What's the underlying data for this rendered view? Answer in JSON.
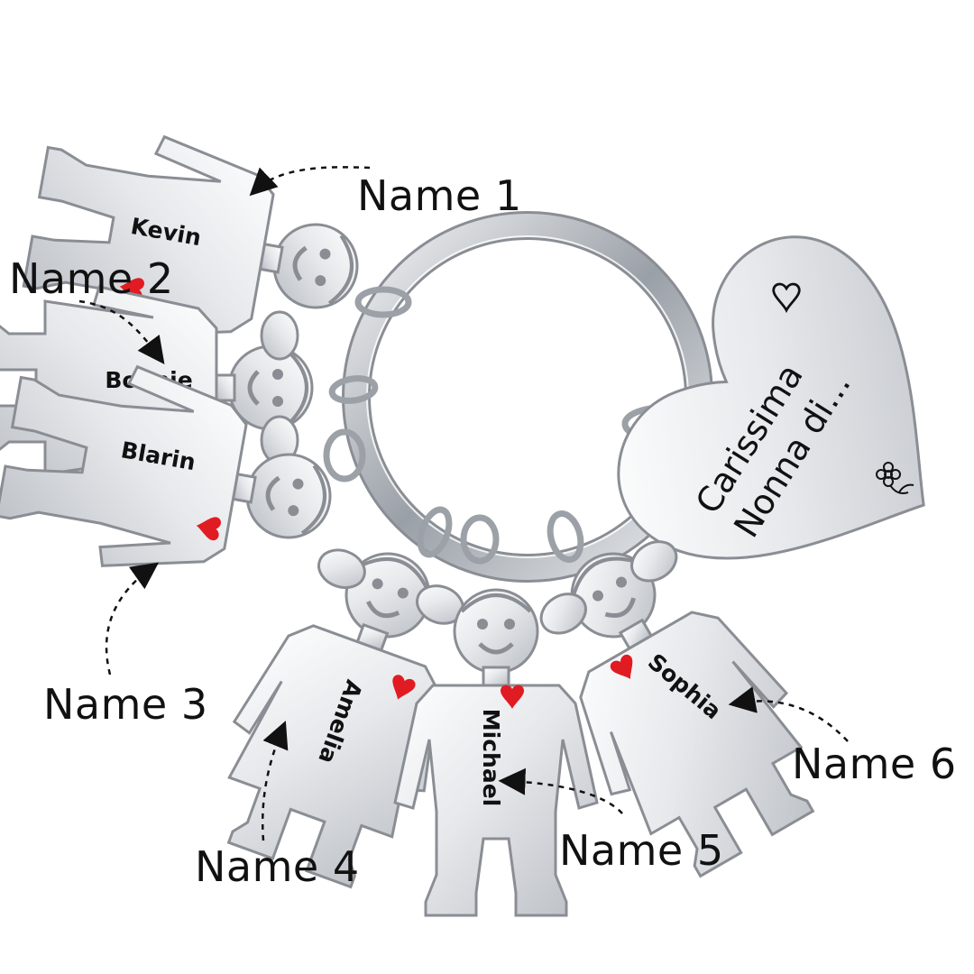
{
  "callouts": [
    {
      "id": "name-1",
      "label": "Name 1"
    },
    {
      "id": "name-2",
      "label": "Name 2"
    },
    {
      "id": "name-3",
      "label": "Name 3"
    },
    {
      "id": "name-4",
      "label": "Name 4"
    },
    {
      "id": "name-5",
      "label": "Name 5"
    },
    {
      "id": "name-6",
      "label": "Name 6"
    }
  ],
  "charms": [
    {
      "id": "kevin",
      "name": "Kevin",
      "figure": "boy"
    },
    {
      "id": "bonnie",
      "name": "Bonnie",
      "figure": "girl"
    },
    {
      "id": "blarin",
      "name": "Blarin",
      "figure": "boy"
    },
    {
      "id": "amelia",
      "name": "Amelia",
      "figure": "girl"
    },
    {
      "id": "michael",
      "name": "Michael",
      "figure": "boy"
    },
    {
      "id": "sophia",
      "name": "Sophia",
      "figure": "girl"
    }
  ],
  "heart_tag": {
    "line1": "Carissima",
    "line2": "Nonna di...",
    "icons": [
      "small-heart-icon",
      "flower-icon"
    ]
  },
  "colors": {
    "steel": "#e3e5e8",
    "steel_edge": "#8a8e94",
    "enamel_heart": "#e11b22",
    "text": "#111111"
  }
}
